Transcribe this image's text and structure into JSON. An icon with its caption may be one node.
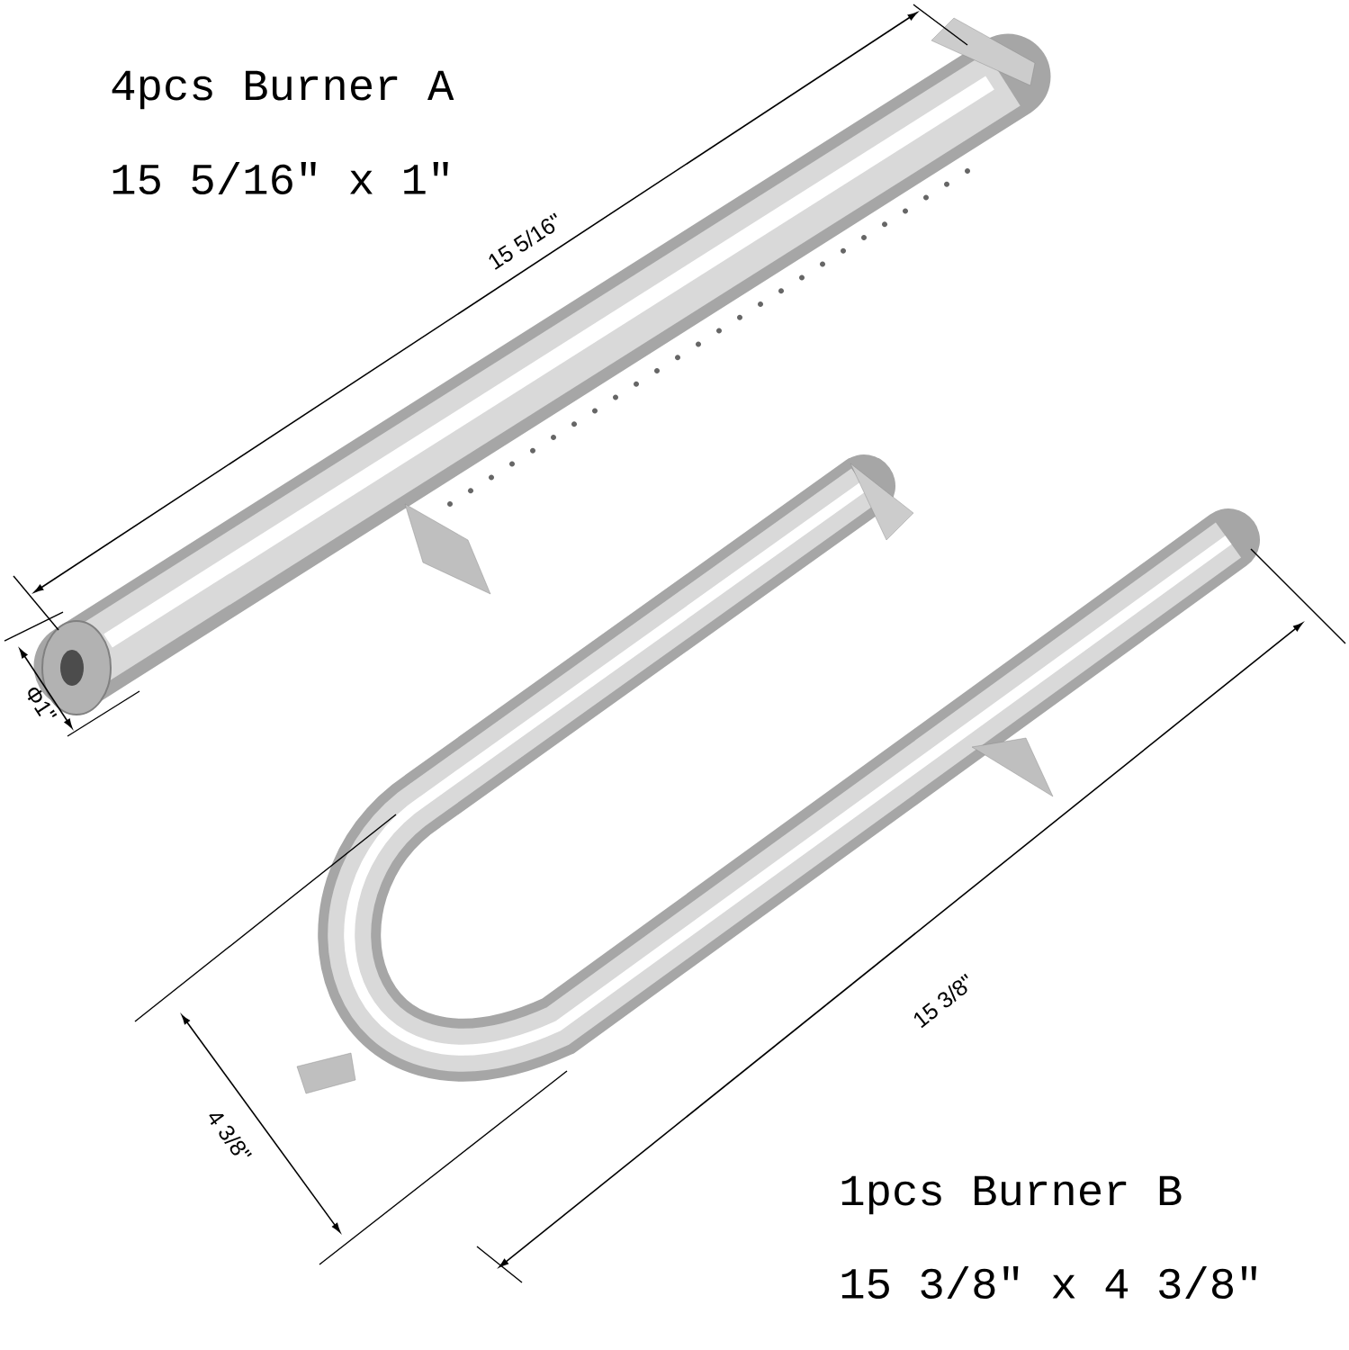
{
  "diagram": {
    "labels": [
      "4pcs Burner A",
      "15 5/16″ x 1″",
      "15 5/16\"",
      "Φ1\"",
      "15 3/8\"",
      "4 3/8\"",
      "1pcs Burner B",
      "15 3/8″ x 4 3/8″"
    ]
  }
}
